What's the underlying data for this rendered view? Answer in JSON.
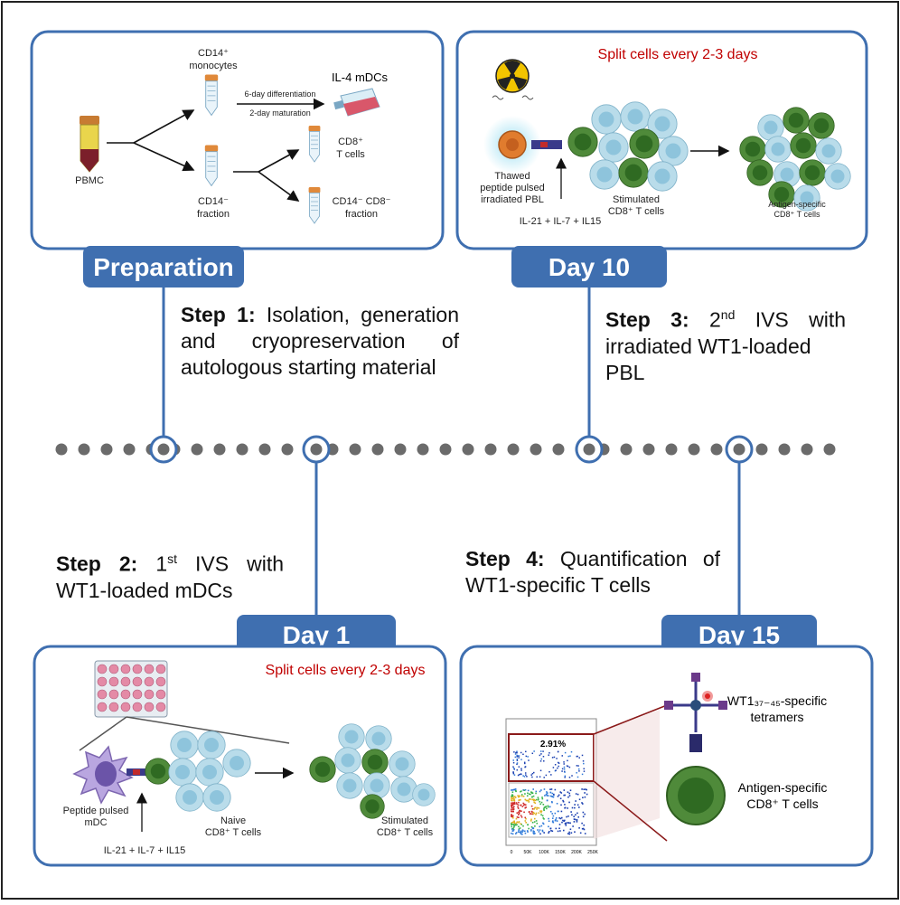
{
  "tabs": {
    "preparation": "Preparation",
    "day10": "Day 10",
    "day1": "Day 1",
    "day15": "Day 15"
  },
  "steps": {
    "step1": {
      "label": "Step 1:",
      "line1": "Isolation, generation",
      "line2": "and cryopreservation of",
      "line3": "autologous starting material"
    },
    "step2": {
      "label": "Step 2:",
      "ord": "1",
      "ord_sup": "st",
      "rest1": "IVS with",
      "line2": "WT1-loaded mDCs"
    },
    "step3": {
      "label": "Step 3:",
      "ord": "2",
      "ord_sup": "nd",
      "rest1": "IVS with",
      "line2": "irradiated WT1-loaded",
      "line3": "PBL"
    },
    "step4": {
      "label": "Step 4:",
      "rest1": "Quantification of",
      "line2": "WT1-specific T cells"
    }
  },
  "preparation_panel": {
    "cd14_plus": "CD14⁺",
    "monocytes": "monocytes",
    "il4_mdcs": "IL-4 mDCs",
    "differentiation": "6-day differentiation",
    "maturation": "2-day maturation",
    "pbmc": "PBMC",
    "cd8_plus": "CD8⁺",
    "t_cells": "T cells",
    "cd14_minus": "CD14⁻",
    "fraction": "fraction",
    "cd14_cd8_minus": "CD14⁻ CD8⁻",
    "fraction2": "fraction"
  },
  "day10_panel": {
    "split": "Split cells every 2-3 days",
    "thawed1": "Thawed",
    "thawed2": "peptide pulsed",
    "thawed3": "irradiated PBL",
    "cytokines": "IL-21 + IL-7 + IL15",
    "stim1": "Stimulated",
    "stim2": "CD8⁺ T cells",
    "ag1": "Antigen-specific",
    "ag2": "CD8⁺ T cells"
  },
  "day1_panel": {
    "split": "Split cells every 2-3 days",
    "mdc1": "Peptide pulsed",
    "mdc2": "mDC",
    "naive1": "Naive",
    "naive2": "CD8⁺ T cells",
    "cytokines": "IL-21 + IL-7 + IL15",
    "stim1": "Stimulated",
    "stim2": "CD8⁺ T cells"
  },
  "day15_panel": {
    "percent": "2.91%",
    "tet1": "WT1₃₇₋₄₅-specific",
    "tet2": "tetramers",
    "ag1": "Antigen-specific",
    "ag2": "CD8⁺ T cells",
    "xticks": [
      "0",
      "50K",
      "100K",
      "150K",
      "200K",
      "250K"
    ]
  },
  "colors": {
    "panel_border": "#3f6fb0",
    "tab_fill": "#3f6fb0",
    "red_text": "#c00000",
    "green_cell": "#4f8a3a",
    "blue_cell": "#b9dcea",
    "timeline_dot": "#6b6b6b"
  },
  "icons": [
    "tube-icon",
    "flask-icon",
    "radiation-icon",
    "well-plate-icon",
    "dendritic-cell-icon",
    "tetramer-icon"
  ]
}
